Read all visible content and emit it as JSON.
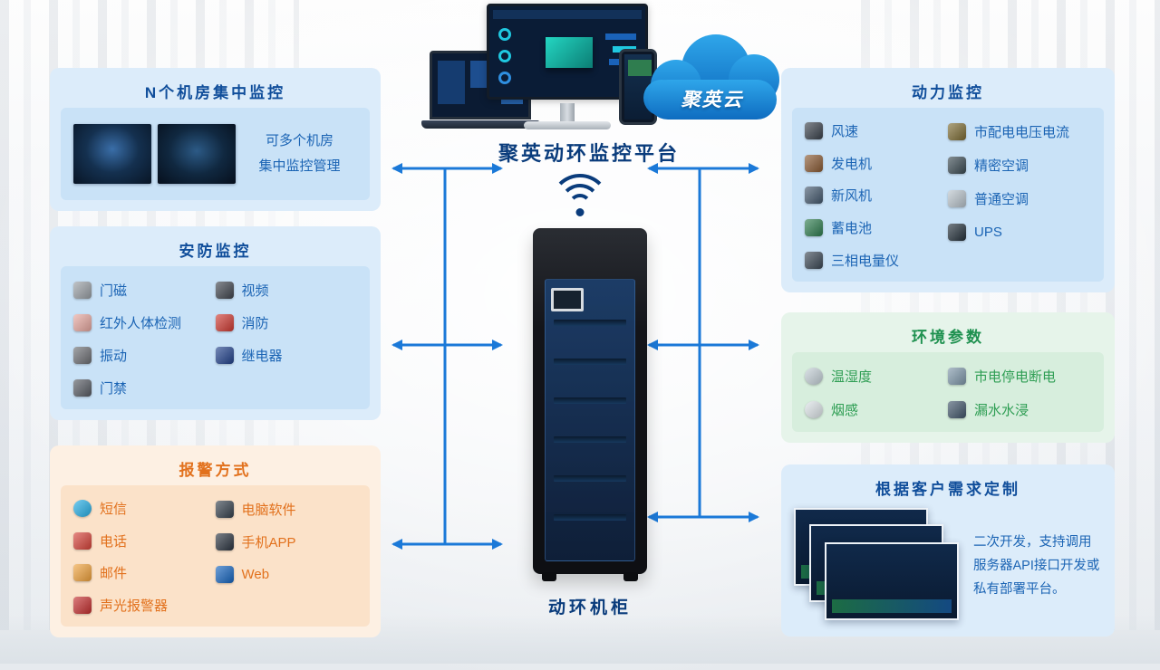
{
  "colors": {
    "accent": "#1b79d8",
    "title-blue": "#0a3c7c",
    "panel-title-blue": "#104e9b",
    "panel-title-orange": "#e2711d",
    "panel-title-green": "#1f9150",
    "item-blue": "#1b64b4",
    "item-orange": "#e2711d",
    "item-green": "#2f9e54"
  },
  "cloud": {
    "label": "聚英云"
  },
  "platform": {
    "title": "聚英动环监控平台"
  },
  "cabinet": {
    "label": "动环机柜"
  },
  "panels": {
    "rooms": {
      "title": "N个机房集中监控",
      "caption": "可多个机房\n集中监控管理"
    },
    "security": {
      "title": "安防监控",
      "items_left": [
        {
          "label": "门磁",
          "icon": "door-magnet",
          "color": "#9aa0a6"
        },
        {
          "label": "红外人体检测",
          "icon": "infrared-detector",
          "color": "#e8a8a0"
        },
        {
          "label": "振动",
          "icon": "vibration-sensor",
          "color": "#6d6f74"
        },
        {
          "label": "门禁",
          "icon": "access-control",
          "color": "#585c64"
        }
      ],
      "items_right": [
        {
          "label": "视频",
          "icon": "video-camera",
          "color": "#3f444d"
        },
        {
          "label": "消防",
          "icon": "fire-extinguisher",
          "color": "#d03a32"
        },
        {
          "label": "继电器",
          "icon": "relay",
          "color": "#20418c"
        }
      ]
    },
    "alarm": {
      "title": "报警方式",
      "items_left": [
        {
          "label": "短信",
          "icon": "sms",
          "color": "#25b0e8"
        },
        {
          "label": "电话",
          "icon": "telephone",
          "color": "#d84339"
        },
        {
          "label": "邮件",
          "icon": "email",
          "color": "#f2a33c"
        },
        {
          "label": "声光报警器",
          "icon": "sound-light-alarm",
          "color": "#c62f2f"
        }
      ],
      "items_right": [
        {
          "label": "电脑软件",
          "icon": "pc-software",
          "color": "#35404c"
        },
        {
          "label": "手机APP",
          "icon": "mobile-app",
          "color": "#2b3440"
        },
        {
          "label": "Web",
          "icon": "web",
          "color": "#1565c0"
        }
      ]
    },
    "power": {
      "title": "动力监控",
      "items_left": [
        {
          "label": "风速",
          "icon": "anemometer",
          "color": "#39414b"
        },
        {
          "label": "发电机",
          "icon": "generator",
          "color": "#8a5a33"
        },
        {
          "label": "新风机",
          "icon": "fresh-air-fan",
          "color": "#43586e"
        },
        {
          "label": "蓄电池",
          "icon": "battery",
          "color": "#2e7d4f"
        },
        {
          "label": "三相电量仪",
          "icon": "three-phase-meter",
          "color": "#3a4754"
        }
      ],
      "items_right": [
        {
          "label": "市配电电压电流",
          "icon": "distribution-meter",
          "color": "#7d6c33"
        },
        {
          "label": "精密空调",
          "icon": "precision-ac",
          "color": "#3a4a52"
        },
        {
          "label": "普通空调",
          "icon": "ordinary-ac",
          "color": "#b9c4cc"
        },
        {
          "label": "UPS",
          "icon": "ups",
          "color": "#23303a"
        }
      ]
    },
    "environment": {
      "title": "环境参数",
      "items_left": [
        {
          "label": "温湿度",
          "icon": "temp-humidity-sensor",
          "color": "#c6d2d9"
        },
        {
          "label": "烟感",
          "icon": "smoke-detector",
          "color": "#dfe6ea"
        }
      ],
      "items_right": [
        {
          "label": "市电停电断电",
          "icon": "power-outage",
          "color": "#7f98ab"
        },
        {
          "label": "漏水水浸",
          "icon": "water-leak",
          "color": "#41566b"
        }
      ]
    },
    "custom": {
      "title": "根据客户需求定制",
      "caption": "二次开发，支持调用\n服务器API接口开发或\n私有部署平台。"
    }
  }
}
